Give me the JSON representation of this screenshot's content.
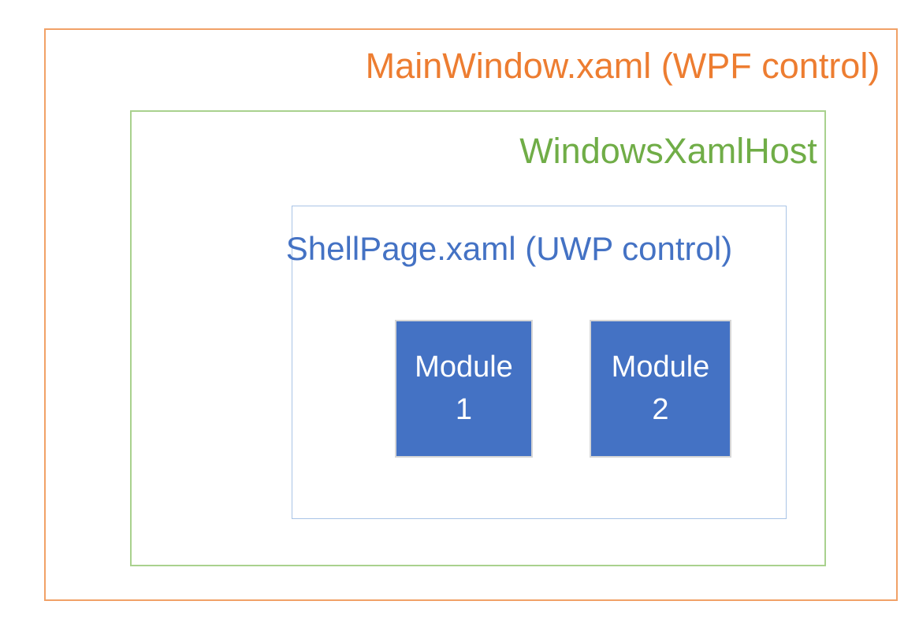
{
  "diagram": {
    "main_window": {
      "label": "MainWindow.xaml (WPF control)",
      "text_color": "#ED7D31",
      "border_color": "#F1A167"
    },
    "xaml_host": {
      "label": "WindowsXamlHost",
      "text_color": "#70AD47",
      "border_color": "#A9D18E"
    },
    "shell_page": {
      "label": "ShellPage.xaml (UWP control)",
      "text_color": "#4472C4",
      "border_color": "#A9C4E6"
    },
    "modules": [
      {
        "line1": "Module",
        "line2": "1",
        "fill_color": "#4472C4",
        "text_color": "#FFFFFF"
      },
      {
        "line1": "Module",
        "line2": "2",
        "fill_color": "#4472C4",
        "text_color": "#FFFFFF"
      }
    ]
  }
}
